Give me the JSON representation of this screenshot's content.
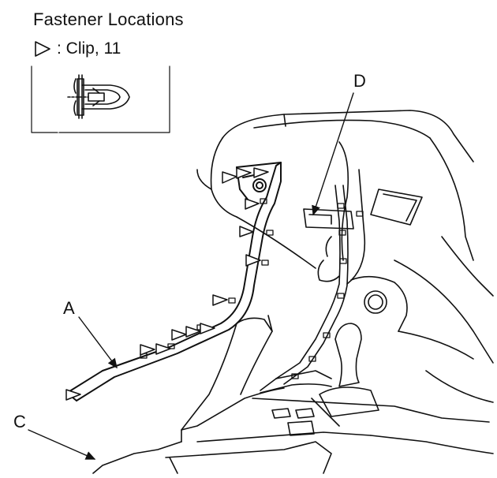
{
  "header": {
    "title": "Fastener Locations"
  },
  "legend": {
    "symbol_icon": "triangle-outline-icon",
    "text": ": Clip, 11"
  },
  "callouts": {
    "a": "A",
    "c": "C",
    "d": "D"
  },
  "colors": {
    "line": "#111111",
    "background": "#ffffff"
  }
}
